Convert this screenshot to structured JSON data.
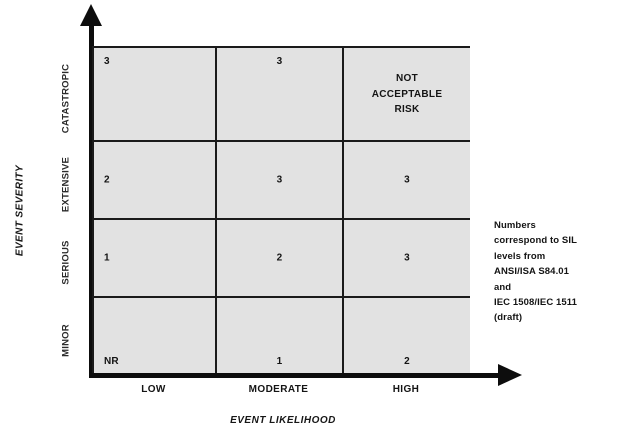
{
  "chart_data": {
    "type": "heatmap",
    "title": "",
    "xlabel": "EVENT LIKELIHOOD",
    "ylabel": "EVENT SEVERITY",
    "categories": [
      "LOW",
      "MODERATE",
      "HIGH"
    ],
    "rows": [
      "CATASTROPIC",
      "EXTENSIVE",
      "SERIOUS",
      "MINOR"
    ],
    "grid": true,
    "legend": "none",
    "cells": [
      {
        "row": "CATASTROPIC",
        "col": "LOW",
        "value": "3",
        "align": "pos-tl"
      },
      {
        "row": "CATASTROPIC",
        "col": "MODERATE",
        "value": "3",
        "align": "pos-tc"
      },
      {
        "row": "CATASTROPIC",
        "col": "HIGH",
        "value": "NOT ACCEPTABLE RISK",
        "align": "pos-mc"
      },
      {
        "row": "EXTENSIVE",
        "col": "LOW",
        "value": "2",
        "align": "pos-ml"
      },
      {
        "row": "EXTENSIVE",
        "col": "MODERATE",
        "value": "3",
        "align": "pos-mc"
      },
      {
        "row": "EXTENSIVE",
        "col": "HIGH",
        "value": "3",
        "align": "pos-mc"
      },
      {
        "row": "SERIOUS",
        "col": "LOW",
        "value": "1",
        "align": "pos-ml"
      },
      {
        "row": "SERIOUS",
        "col": "MODERATE",
        "value": "2",
        "align": "pos-mc"
      },
      {
        "row": "SERIOUS",
        "col": "HIGH",
        "value": "3",
        "align": "pos-mc"
      },
      {
        "row": "MINOR",
        "col": "LOW",
        "value": "NR",
        "align": "pos-bl"
      },
      {
        "row": "MINOR",
        "col": "MODERATE",
        "value": "1",
        "align": "pos-bc"
      },
      {
        "row": "MINOR",
        "col": "HIGH",
        "value": "2",
        "align": "pos-bc"
      }
    ],
    "cell_fill_color": "#e2e2e2",
    "line_color": "#1a1a1a"
  },
  "matrix": {
    "r0c0": "3",
    "r0c1": "3",
    "r0c2_line1": "NOT",
    "r0c2_line2": "ACCEPTABLE",
    "r0c2_line3": "RISK",
    "r1c0": "2",
    "r1c1": "3",
    "r1c2": "3",
    "r2c0": "1",
    "r2c1": "2",
    "r2c2": "3",
    "r3c0": "NR",
    "r3c1": "1",
    "r3c2": "2"
  },
  "y_axis": {
    "title": "EVENT SEVERITY",
    "labels": {
      "catastropic": "CATASTROPIC",
      "extensive": "EXTENSIVE",
      "serious": "SERIOUS",
      "minor": "MINOR"
    }
  },
  "x_axis": {
    "title": "EVENT LIKELIHOOD",
    "labels": {
      "low": "LOW",
      "moderate": "MODERATE",
      "high": "HIGH"
    }
  },
  "note": {
    "line1": "Numbers",
    "line2": "correspond to SIL",
    "line3": "levels from",
    "line4": "ANSI/ISA S84.01",
    "line5": "and",
    "line6": "IEC 1508/IEC 1511",
    "line7": "(draft)"
  }
}
